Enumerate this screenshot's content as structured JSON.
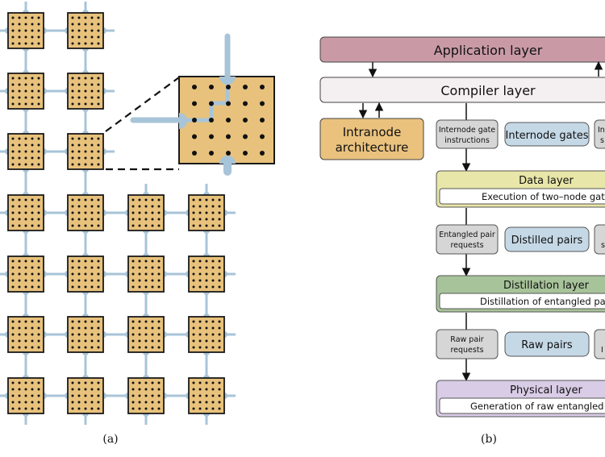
{
  "captions": {
    "a": "(a)",
    "b": "(b)"
  },
  "colors": {
    "node_fill": "#E8C27C",
    "node_stroke": "#1a1a1a",
    "qubit_dot": "#111111",
    "link": "#A8C4D8",
    "app_fill": "#C99AA6",
    "compiler_fill": "#F4EFF1",
    "intranode_fill": "#EAC27E",
    "gray_box_fill": "#D6D6D6",
    "blue_box_fill": "#C5D8E6",
    "data_fill": "#E8E6A8",
    "distill_fill": "#A7C39A",
    "physical_fill": "#D9CCE6"
  },
  "layers": {
    "application": "Application layer",
    "compiler": "Compiler layer",
    "intranode": [
      "Intranode",
      "architecture"
    ],
    "internode_gate_instructions": [
      "Internode gate",
      "instructions"
    ],
    "internode_gates": "Internode gates",
    "internode_cut": [
      "In",
      "s"
    ],
    "data": {
      "title": "Data layer",
      "subtitle": "Execution of two–node gate"
    },
    "entangled_pair_requests": [
      "Entangled pair",
      "requests"
    ],
    "distilled_pairs": "Distilled pairs",
    "distilled_cut": [
      "s"
    ],
    "distillation": {
      "title": "Distillation layer",
      "subtitle": "Distillation of entangled pai"
    },
    "raw_pair_requests": [
      "Raw pair",
      "requests"
    ],
    "raw_pairs": "Raw pairs",
    "raw_cut": [
      "I"
    ],
    "physical": {
      "title": "Physical layer",
      "subtitle": "Generation of raw entangled p"
    }
  }
}
